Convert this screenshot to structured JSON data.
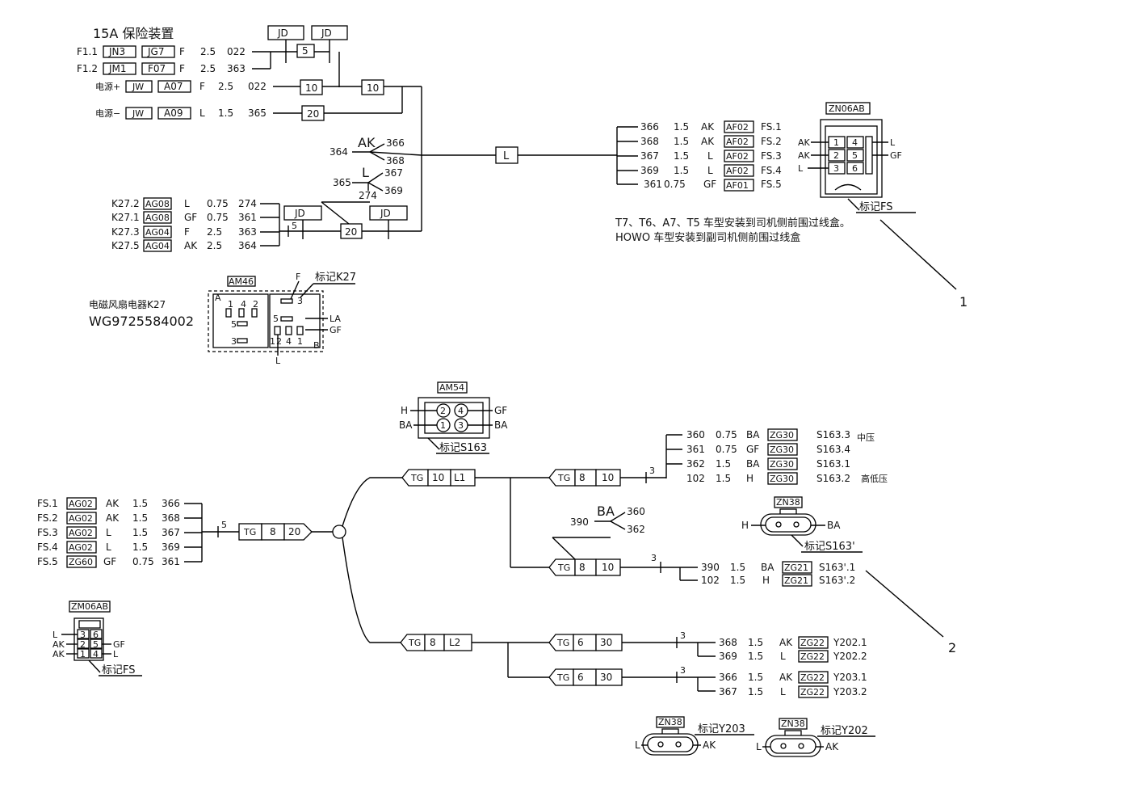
{
  "fuse_title": "15A 保险装置",
  "fuse_rows": [
    {
      "label": "F1.1",
      "c1": "JN3",
      "c2": "JG7",
      "color": "F",
      "size": "2.5",
      "wire": "022"
    },
    {
      "label": "F1.2",
      "c1": "JM1",
      "c2": "F07",
      "color": "F",
      "size": "2.5",
      "wire": "363"
    },
    {
      "label": "电源+",
      "c1": "JW",
      "c2": "A07",
      "color": "F",
      "size": "2.5",
      "wire": "022"
    },
    {
      "label": "电源−",
      "c1": "JW",
      "c2": "A09",
      "color": "L",
      "size": "1.5",
      "wire": "365"
    }
  ],
  "jd_label": "JD",
  "num_5": "5",
  "num_10": "10",
  "num_20": "20",
  "num_3": "3",
  "l_label": "L",
  "splice_ak": {
    "name": "AK",
    "left": "364",
    "a": "366",
    "b": "368"
  },
  "splice_l": {
    "name": "L",
    "left": "365",
    "a": "367",
    "b": "369",
    "bottom": "274"
  },
  "k27_rows": [
    {
      "label": "K27.2",
      "conn": "AG08",
      "color": "L",
      "size": "0.75",
      "wire": "274"
    },
    {
      "label": "K27.1",
      "conn": "AG08",
      "color": "GF",
      "size": "0.75",
      "wire": "361"
    },
    {
      "label": "K27.3",
      "conn": "AG04",
      "color": "F",
      "size": "2.5",
      "wire": "363"
    },
    {
      "label": "K27.5",
      "conn": "AG04",
      "color": "AK",
      "size": "2.5",
      "wire": "364"
    }
  ],
  "relay": {
    "part_name": "电磁风扇电器K27",
    "part_number": "WG9725584002",
    "connector": "AM46",
    "mark": "标记K27",
    "pins_left": [
      "1",
      "4",
      "2",
      "5",
      "3"
    ],
    "pins_right": [
      "3",
      "5",
      "1",
      "2",
      "4",
      "1"
    ],
    "letters": [
      "A",
      "B",
      "F",
      "LA",
      "GF",
      "L"
    ]
  },
  "fs_out_rows": [
    {
      "wire": "366",
      "size": "1.5",
      "color": "AK",
      "conn": "AF02",
      "pin": "FS.1"
    },
    {
      "wire": "368",
      "size": "1.5",
      "color": "AK",
      "conn": "AF02",
      "pin": "FS.2"
    },
    {
      "wire": "367",
      "size": "1.5",
      "color": "L",
      "conn": "AF02",
      "pin": "FS.3"
    },
    {
      "wire": "369",
      "size": "1.5",
      "color": "L",
      "conn": "AF02",
      "pin": "FS.4"
    },
    {
      "wire": "361",
      "size": "0.75",
      "color": "GF",
      "conn": "AF01",
      "pin": "FS.5"
    }
  ],
  "zn06ab": {
    "title": "ZN06AB",
    "pins": [
      "1",
      "4",
      "2",
      "5",
      "3",
      "6"
    ],
    "left_labels": [
      "AK",
      "AK",
      "L"
    ],
    "right_labels": [
      "L",
      "GF"
    ],
    "mark": "标记FS"
  },
  "note_line1": "T7、T6、A7、T5 车型安装到司机侧前围过线盒。",
  "note_line2": "HOWO 车型安装到副司机侧前围过线盒",
  "callout_1": "1",
  "callout_2": "2",
  "am54": {
    "title": "AM54",
    "pins": [
      "2",
      "4",
      "1",
      "3"
    ],
    "left_labels": [
      "H",
      "BA"
    ],
    "right_labels": [
      "GF",
      "BA"
    ],
    "mark": "标记S163"
  },
  "fs_in_rows": [
    {
      "label": "FS.1",
      "conn": "AG02",
      "color": "AK",
      "size": "1.5",
      "wire": "366"
    },
    {
      "label": "FS.2",
      "conn": "AG02",
      "color": "AK",
      "size": "1.5",
      "wire": "368"
    },
    {
      "label": "FS.3",
      "conn": "AG02",
      "color": "L",
      "size": "1.5",
      "wire": "367"
    },
    {
      "label": "FS.4",
      "conn": "AG02",
      "color": "L",
      "size": "1.5",
      "wire": "369"
    },
    {
      "label": "FS.5",
      "conn": "ZG60",
      "color": "GF",
      "size": "0.75",
      "wire": "361"
    }
  ],
  "tg_boxes": {
    "main": {
      "a": "TG",
      "b": "8",
      "c": "20"
    },
    "l1": {
      "a": "TG",
      "b": "10",
      "c": "L1"
    },
    "l2": {
      "a": "TG",
      "b": "8",
      "c": "L2"
    },
    "s163": {
      "a": "TG",
      "b": "8",
      "c": "10"
    },
    "s163p": {
      "a": "TG",
      "b": "8",
      "c": "10"
    },
    "y202": {
      "a": "TG",
      "b": "6",
      "c": "30"
    },
    "y203": {
      "a": "TG",
      "b": "6",
      "c": "30"
    }
  },
  "s163_rows": [
    {
      "wire": "360",
      "size": "0.75",
      "color": "BA",
      "conn": "ZG30",
      "pin": "S163.3",
      "note": "中压"
    },
    {
      "wire": "361",
      "size": "0.75",
      "color": "GF",
      "conn": "ZG30",
      "pin": "S163.4",
      "note": ""
    },
    {
      "wire": "362",
      "size": "1.5",
      "color": "BA",
      "conn": "ZG30",
      "pin": "S163.1",
      "note": ""
    },
    {
      "wire": "102",
      "size": "1.5",
      "color": "H",
      "conn": "ZG30",
      "pin": "S163.2",
      "note": "高低压"
    }
  ],
  "splice_ba": {
    "name": "BA",
    "left": "390",
    "a": "360",
    "b": "362"
  },
  "s163p_rows": [
    {
      "wire": "390",
      "size": "1.5",
      "color": "BA",
      "conn": "ZG21",
      "pin": "S163'.1"
    },
    {
      "wire": "102",
      "size": "1.5",
      "color": "H",
      "conn": "ZG21",
      "pin": "S163'.2"
    }
  ],
  "zn38_s163": {
    "title": "ZN38",
    "left": "H",
    "right": "BA",
    "mark": "标记S163'"
  },
  "y202_rows": [
    {
      "wire": "368",
      "size": "1.5",
      "color": "AK",
      "conn": "ZG22",
      "pin": "Y202.1"
    },
    {
      "wire": "369",
      "size": "1.5",
      "color": "L",
      "conn": "ZG22",
      "pin": "Y202.2"
    }
  ],
  "y203_rows": [
    {
      "wire": "366",
      "size": "1.5",
      "color": "AK",
      "conn": "ZG22",
      "pin": "Y203.1"
    },
    {
      "wire": "367",
      "size": "1.5",
      "color": "L",
      "conn": "ZG22",
      "pin": "Y203.2"
    }
  ],
  "zm06ab": {
    "title": "ZM06AB",
    "pins": [
      "3",
      "6",
      "2",
      "5",
      "1",
      "4"
    ],
    "left_labels": [
      "L",
      "AK",
      "AK"
    ],
    "right_labels": [
      "GF",
      "L"
    ],
    "mark": "标记FS"
  },
  "zn38_y203": {
    "title": "ZN38",
    "left": "L",
    "right": "AK",
    "mark": "标记Y203"
  },
  "zn38_y202": {
    "title": "ZN38",
    "left": "L",
    "right": "AK",
    "mark": "标记Y202"
  }
}
